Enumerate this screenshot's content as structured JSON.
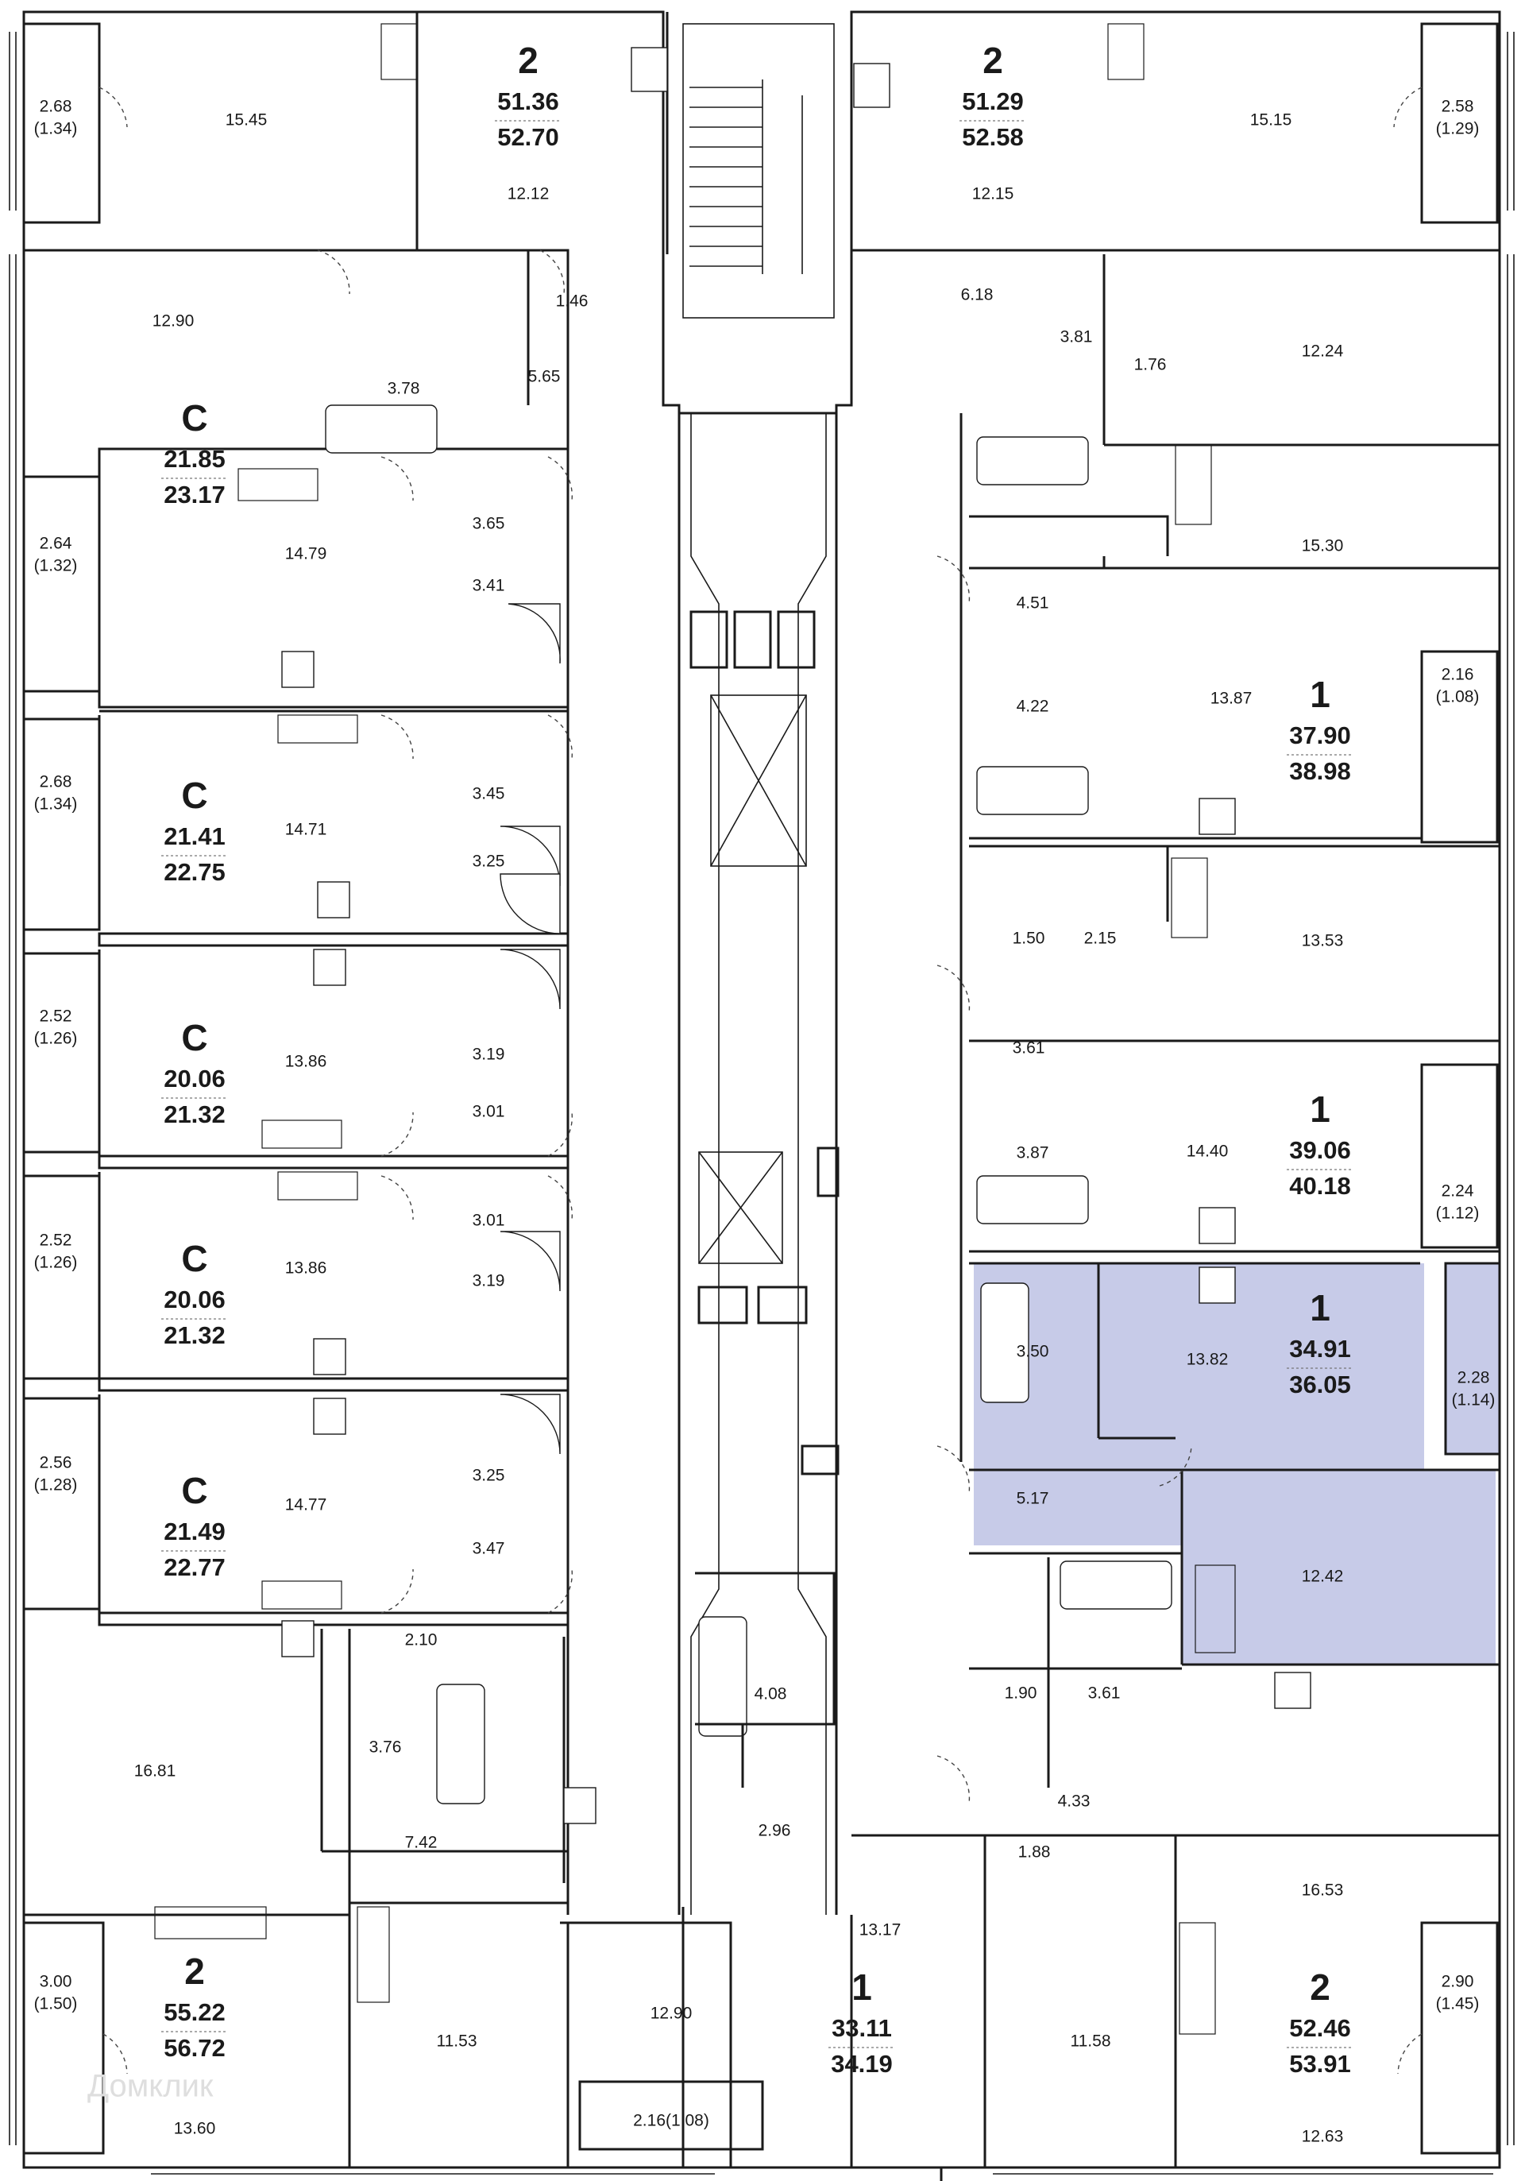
{
  "watermark": "Домклик",
  "apartments": [
    {
      "rooms": "2",
      "living": "51.36",
      "total": "52.70"
    },
    {
      "rooms": "2",
      "living": "51.29",
      "total": "52.58"
    },
    {
      "rooms": "C",
      "living": "21.85",
      "total": "23.17"
    },
    {
      "rooms": "C",
      "living": "21.41",
      "total": "22.75"
    },
    {
      "rooms": "C",
      "living": "20.06",
      "total": "21.32"
    },
    {
      "rooms": "C",
      "living": "20.06",
      "total": "21.32"
    },
    {
      "rooms": "C",
      "living": "21.49",
      "total": "22.77"
    },
    {
      "rooms": "1",
      "living": "37.90",
      "total": "38.98"
    },
    {
      "rooms": "1",
      "living": "39.06",
      "total": "40.18"
    },
    {
      "rooms": "1",
      "living": "34.91",
      "total": "36.05",
      "highlighted": true
    },
    {
      "rooms": "2",
      "living": "55.22",
      "total": "56.72"
    },
    {
      "rooms": "1",
      "living": "33.11",
      "total": "34.19"
    },
    {
      "rooms": "2",
      "living": "52.46",
      "total": "53.91"
    }
  ],
  "room_areas": [
    "15.45",
    "12.12",
    "1.46",
    "12.90",
    "3.78",
    "5.65",
    "12.15",
    "15.15",
    "6.18",
    "3.81",
    "1.76",
    "12.24",
    "14.79",
    "3.65",
    "3.41",
    "14.71",
    "3.45",
    "3.25",
    "13.86",
    "3.19",
    "3.01",
    "13.86",
    "3.01",
    "3.19",
    "14.77",
    "3.25",
    "3.47",
    "15.30",
    "4.51",
    "4.22",
    "13.87",
    "1.50",
    "2.15",
    "13.53",
    "3.61",
    "3.87",
    "14.40",
    "3.50",
    "13.82",
    "5.17",
    "12.42",
    "1.90",
    "3.61",
    "4.33",
    "1.88",
    "16.53",
    "12.63",
    "2.10",
    "16.81",
    "3.76",
    "7.42",
    "11.53",
    "13.60",
    "4.08",
    "2.96",
    "12.90",
    "13.17",
    "11.58"
  ],
  "balcony_areas": [
    {
      "area": "2.68",
      "reduced": "(1.34)"
    },
    {
      "area": "2.58",
      "reduced": "(1.29)"
    },
    {
      "area": "2.64",
      "reduced": "(1.32)"
    },
    {
      "area": "2.68",
      "reduced": "(1.34)"
    },
    {
      "area": "2.52",
      "reduced": "(1.26)"
    },
    {
      "area": "2.52",
      "reduced": "(1.26)"
    },
    {
      "area": "2.56",
      "reduced": "(1.28)"
    },
    {
      "area": "3.00",
      "reduced": "(1.50)"
    },
    {
      "area": "2.16",
      "reduced": "(1.08)"
    },
    {
      "area": "2.24",
      "reduced": "(1.12)"
    },
    {
      "area": "2.28",
      "reduced": "(1.14)"
    },
    {
      "area": "2.90",
      "reduced": "(1.45)"
    }
  ],
  "loggia_inline_label": "2.16(1.08)",
  "colors": {
    "wall": "#1a1a1a",
    "highlight": "#c7cbe8",
    "background": "#ffffff"
  }
}
